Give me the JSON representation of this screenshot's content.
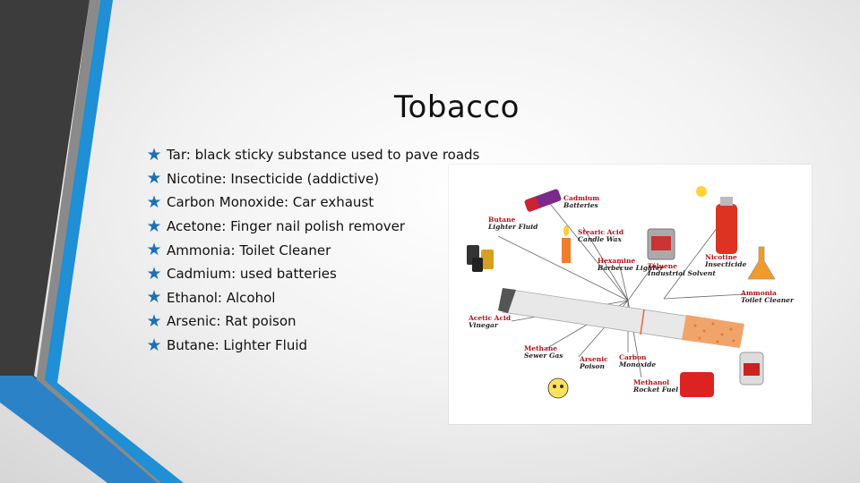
{
  "slide": {
    "title": "Tobacco",
    "bullets": [
      "Tar: black sticky substance used to pave roads",
      "Nicotine: Insecticide (addictive)",
      "Carbon Monoxide: Car exhaust",
      "Acetone: Finger nail polish remover",
      "Ammonia: Toilet Cleaner",
      "Cadmium: used batteries",
      "Ethanol: Alcohol",
      "Arsenic: Rat poison",
      "Butane: Lighter Fluid"
    ],
    "bullet_icon": "star-icon",
    "accent_color": "#1f6fb5"
  },
  "image": {
    "labels": [
      {
        "name": "Cadmium",
        "use": "Batteries"
      },
      {
        "name": "Butane",
        "use": "Lighter Fluid"
      },
      {
        "name": "Stearic Acid",
        "use": "Candle Wax"
      },
      {
        "name": "Hexamine",
        "use": "Barbecue Lighter"
      },
      {
        "name": "Toluene",
        "use": "Industrial Solvent"
      },
      {
        "name": "Nicotine",
        "use": "Insecticide"
      },
      {
        "name": "Ammonia",
        "use": "Toilet Cleaner"
      },
      {
        "name": "Acetic Acid",
        "use": "Vinegar"
      },
      {
        "name": "Methane",
        "use": "Sewer Gas"
      },
      {
        "name": "Arsenic",
        "use": "Poison"
      },
      {
        "name": "Carbon",
        "use": "Monoxide"
      },
      {
        "name": "Methanol",
        "use": "Rocket Fuel"
      }
    ]
  }
}
